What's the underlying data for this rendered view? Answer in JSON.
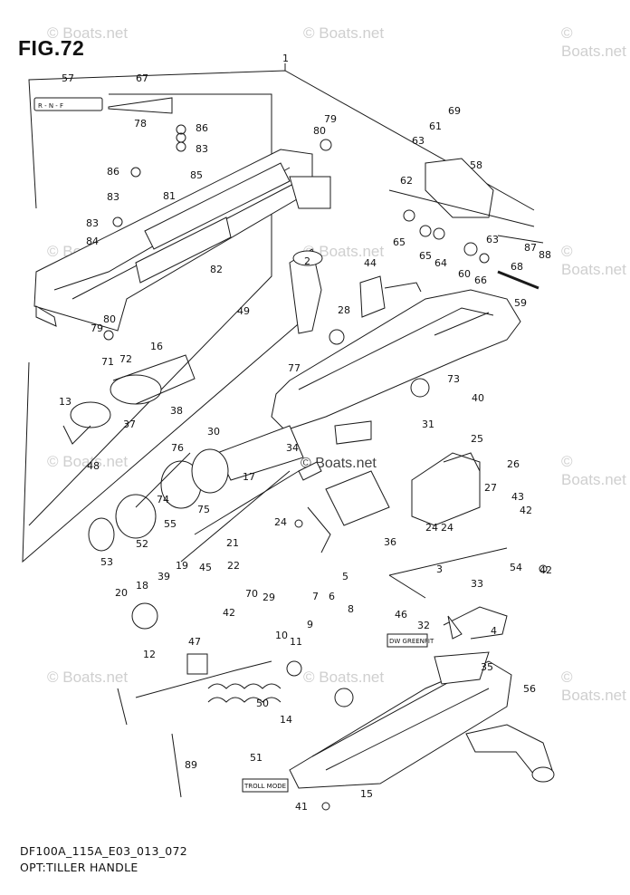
{
  "figure": {
    "title": "FIG.72",
    "footer_code": "DF100A_115A_E03_013_072",
    "footer_caption": "OPT:TILLER HANDLE"
  },
  "watermarks": {
    "text": "© Boats.net",
    "center_text": "© Boats.net"
  },
  "decals": {
    "shift_decal": "R - N - F",
    "trim_label": "DW GREENFIT",
    "troll_label": "TROLL MODE"
  },
  "part_numbers": [
    "1",
    "2",
    "4",
    "5",
    "6",
    "7",
    "8",
    "9",
    "10",
    "11",
    "12",
    "13",
    "14",
    "15",
    "16",
    "17",
    "18",
    "19",
    "20",
    "21",
    "22",
    "24",
    "24",
    "24",
    "25",
    "26",
    "27",
    "28",
    "29",
    "30",
    "31",
    "32",
    "33",
    "34",
    "35",
    "36",
    "37",
    "38",
    "39",
    "40",
    "41",
    "42",
    "42",
    "42",
    "43",
    "44",
    "45",
    "46",
    "47",
    "48",
    "49",
    "50",
    "51",
    "52",
    "53",
    "54",
    "55",
    "56",
    "57",
    "58",
    "59",
    "60",
    "61",
    "62",
    "63",
    "63",
    "64",
    "65",
    "65",
    "66",
    "67",
    "68",
    "69",
    "70",
    "71",
    "72",
    "73",
    "74",
    "75",
    "76",
    "77",
    "78",
    "79",
    "79",
    "80",
    "80",
    "81",
    "82",
    "83",
    "83",
    "83",
    "84",
    "85",
    "86",
    "86",
    "87",
    "88",
    "89",
    "3"
  ],
  "colors": {
    "line": "#1a1a1a",
    "watermark": "#cfcfcf",
    "fill": "#ffffff",
    "shade": "#d9d9d9"
  }
}
